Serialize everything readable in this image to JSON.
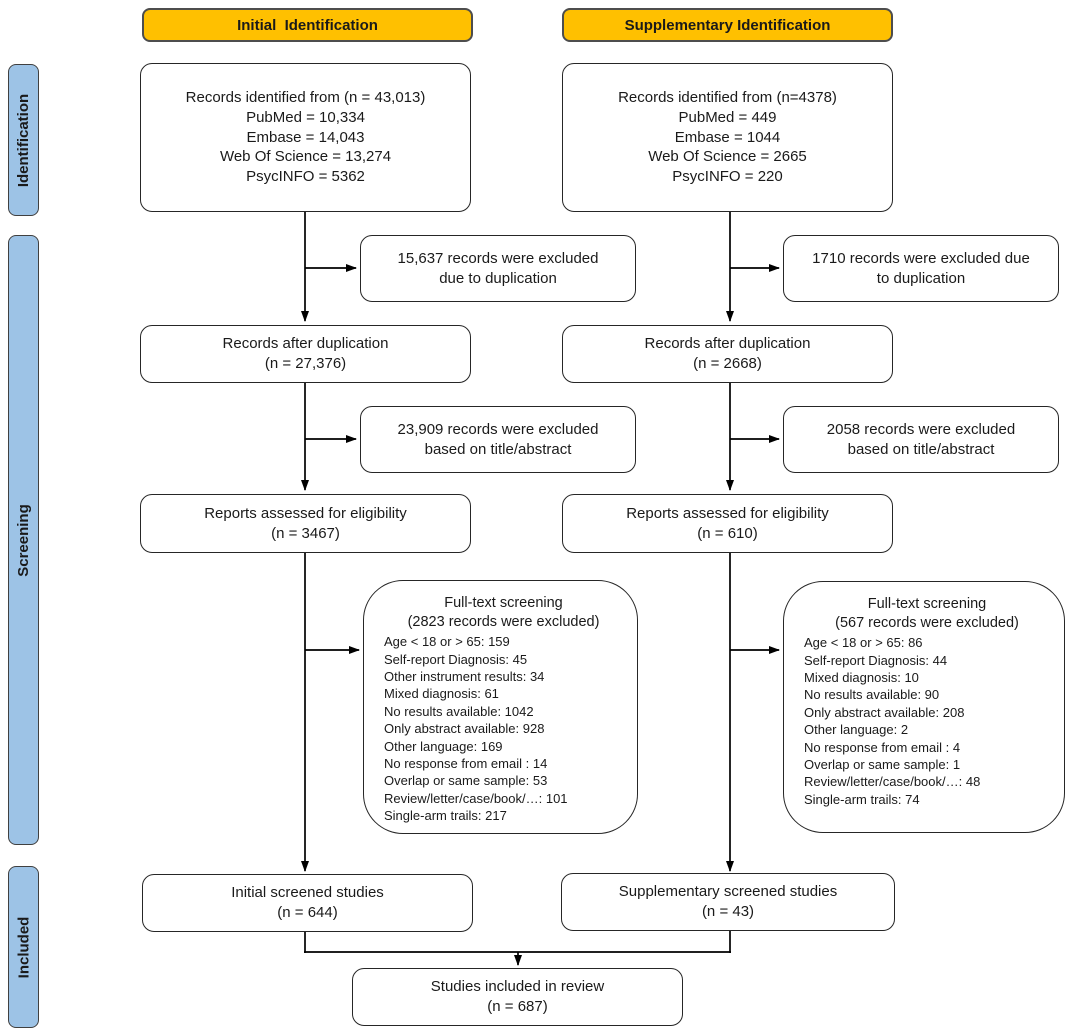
{
  "colors": {
    "header_fill": "#FFC000",
    "header_border": "#4d4d4d",
    "sidebar_fill": "#9DC3E6",
    "sidebar_border": "#404040",
    "line_color": "#000000"
  },
  "sidebar": {
    "identification": "Identification",
    "screening": "Screening",
    "included": "Included"
  },
  "headers": {
    "initial": "Initial  Identification",
    "supplementary": "Supplementary Identification"
  },
  "initial": {
    "records_identified": {
      "title": "Records identified from (n = 43,013)",
      "sources": [
        "PubMed = 10,334",
        "Embase = 14,043",
        "Web Of Science = 13,274",
        "PsycINFO = 5362"
      ]
    },
    "duplication_excluded": {
      "line1": "15,637 records were excluded",
      "line2": "due to duplication"
    },
    "records_after_duplication": {
      "line1": "Records after duplication",
      "line2": "(n = 27,376)"
    },
    "title_abstract_excluded": {
      "line1": "23,909 records were excluded",
      "line2": "based on title/abstract"
    },
    "reports_assessed": {
      "line1": "Reports assessed for eligibility",
      "line2": "(n = 3467)"
    },
    "fulltext": {
      "title": "Full-text screening",
      "subtitle": "(2823 records were excluded)",
      "items": [
        "Age < 18 or > 65: 159",
        "Self-report Diagnosis: 45",
        "Other instrument results: 34",
        "Mixed diagnosis: 61",
        "No results available: 1042",
        "Only abstract available: 928",
        "Other language: 169",
        "No response from email : 14",
        "Overlap or same sample: 53",
        "Review/letter/case/book/…: 101",
        "Single-arm trails: 217"
      ]
    },
    "screened": {
      "line1": "Initial screened studies",
      "line2": "(n = 644)"
    }
  },
  "supplementary": {
    "records_identified": {
      "title": "Records identified from (n=4378)",
      "sources": [
        "PubMed = 449",
        "Embase = 1044",
        "Web Of Science = 2665",
        "PsycINFO = 220"
      ]
    },
    "duplication_excluded": {
      "line1": "1710 records were excluded due",
      "line2": "to duplication"
    },
    "records_after_duplication": {
      "line1": "Records after duplication",
      "line2": "(n = 2668)"
    },
    "title_abstract_excluded": {
      "line1": "2058 records were excluded",
      "line2": "based on title/abstract"
    },
    "reports_assessed": {
      "line1": "Reports assessed for eligibility",
      "line2": "(n = 610)"
    },
    "fulltext": {
      "title": "Full-text screening",
      "subtitle": "(567 records were excluded)",
      "items": [
        "Age < 18 or > 65: 86",
        "Self-report Diagnosis: 44",
        "Mixed diagnosis: 10",
        "No results available: 90",
        "Only abstract available: 208",
        "Other language: 2",
        "No response from email : 4",
        "Overlap or same sample: 1",
        "Review/letter/case/book/…: 48",
        "Single-arm trails: 74"
      ]
    },
    "screened": {
      "line1": "Supplementary screened studies",
      "line2": "(n = 43)"
    }
  },
  "included_box": {
    "line1": "Studies included in review",
    "line2": "(n = 687)"
  }
}
